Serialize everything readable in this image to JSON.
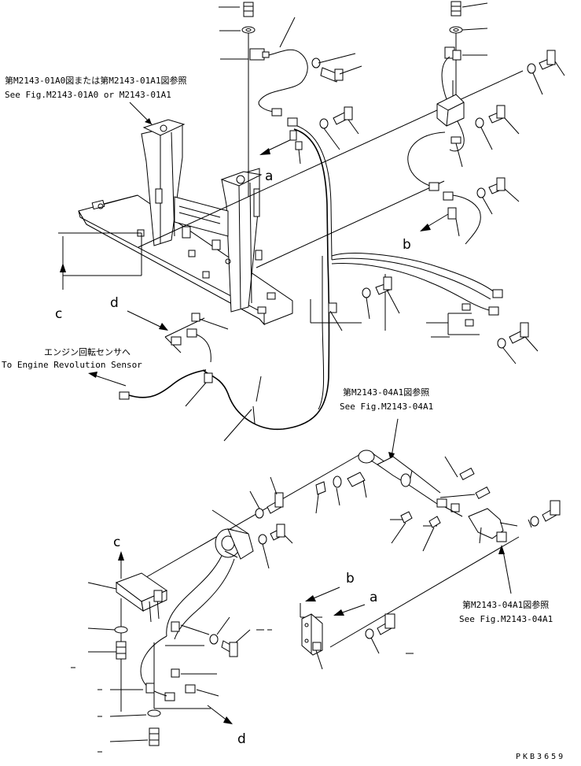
{
  "notes": {
    "ref_top_left_jp": "第M2143-01A0図または第M2143-01A1図参照",
    "ref_top_left_en": "See Fig.M2143-01A0 or M2143-01A1",
    "engine_sensor_jp": "エンジン回転センサへ",
    "engine_sensor_en": "To Engine Revolution Sensor",
    "ref_mid_jp": "第M2143-04A1図参照",
    "ref_mid_en": "See Fig.M2143-04A1",
    "ref_right_jp": "第M2143-04A1図参照",
    "ref_right_en": "See Fig.M2143-04A1"
  },
  "letters": {
    "a_upper": "a",
    "b_upper": "b",
    "c_upper": "c",
    "d_upper": "d",
    "c_lower": "c",
    "b_lower": "b",
    "a_lower": "a",
    "d_lower": "d"
  },
  "drawing_code": "PKB3659",
  "colors": {
    "line": "#000000",
    "background": "#ffffff"
  }
}
